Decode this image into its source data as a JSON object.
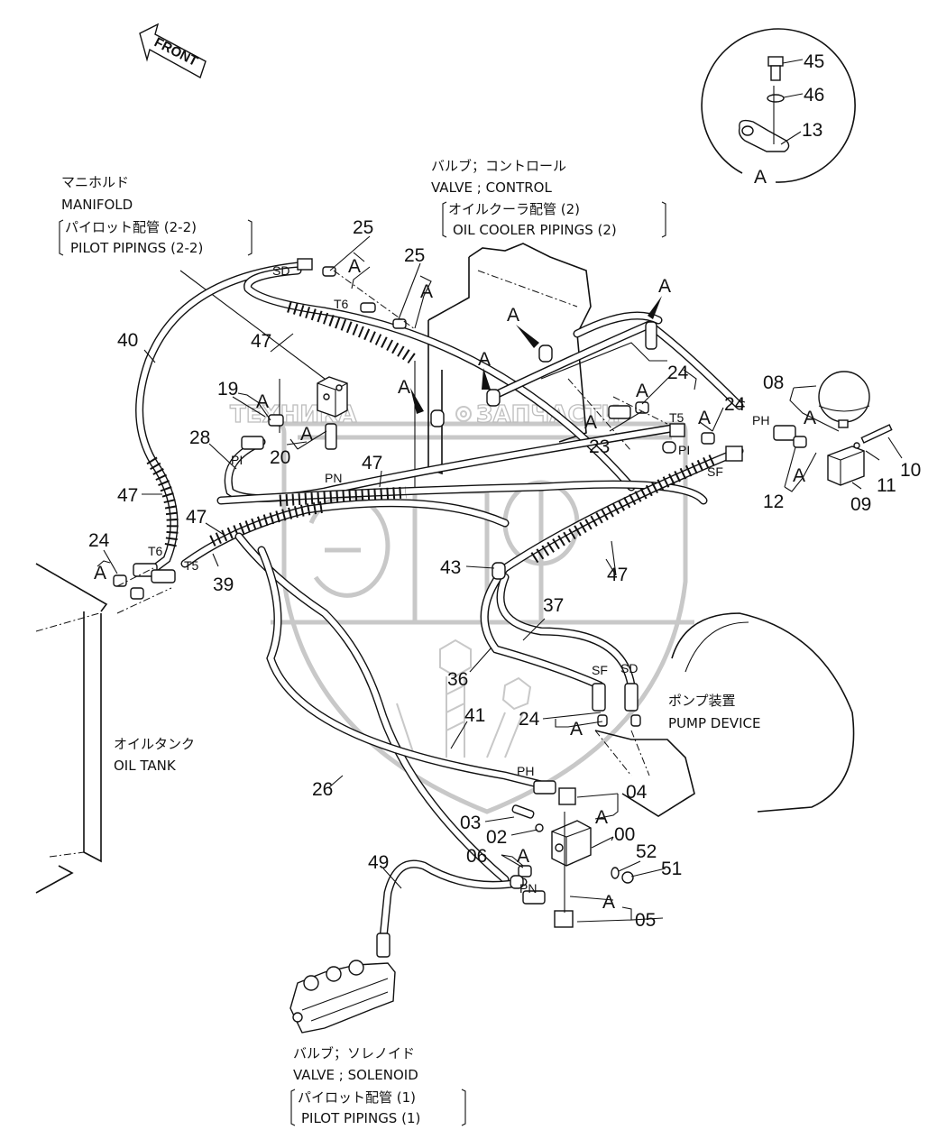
{
  "title": "Pilot / oil cooler piping exploded parts diagram",
  "orientation": {
    "front_label": "FRONT"
  },
  "watermark": {
    "logo_text": "ЭПФ",
    "left_word": "ТЕХНИКА",
    "right_word": "ЗАПЧАСТИ",
    "color": "#c8c8c8"
  },
  "detail_view": {
    "label": "A",
    "parts": [
      "45",
      "46",
      "13"
    ]
  },
  "captions": {
    "manifold": {
      "jp": "マニホルド",
      "en": "MANIFOLD",
      "ref_jp": "パイロット配管 (2-2)",
      "ref_en": "PILOT PIPINGS (2-2)"
    },
    "control_valve": {
      "jp": "バルブ；コントロール",
      "en": "VALVE ; CONTROL",
      "ref_jp": "オイルクーラ配管 (2)",
      "ref_en": "OIL COOLER PIPINGS (2)"
    },
    "oil_tank": {
      "jp": "オイルタンク",
      "en": "OIL TANK"
    },
    "pump_device": {
      "jp": "ポンプ装置",
      "en": "PUMP DEVICE"
    },
    "solenoid_valve": {
      "jp": "バルブ；ソレノイド",
      "en": "VALVE ; SOLENOID",
      "ref_jp": "パイロット配管 (1)",
      "ref_en": "PILOT PIPINGS (1)"
    }
  },
  "callouts": [
    "45",
    "46",
    "13",
    "25",
    "25",
    "40",
    "47",
    "19",
    "28",
    "20",
    "47",
    "47",
    "24",
    "39",
    "08",
    "24",
    "24",
    "23",
    "12",
    "11",
    "10",
    "09",
    "43",
    "47",
    "37",
    "36",
    "24",
    "41",
    "26",
    "04",
    "03",
    "02",
    "00",
    "06",
    "52",
    "51",
    "05",
    "49"
  ],
  "port_tags": [
    "SD",
    "T6",
    "PI",
    "PN",
    "T5",
    "T6",
    "T5",
    "PH",
    "PI",
    "SF",
    "SF",
    "SD",
    "PH",
    "PN"
  ],
  "clamp_ref": "A"
}
